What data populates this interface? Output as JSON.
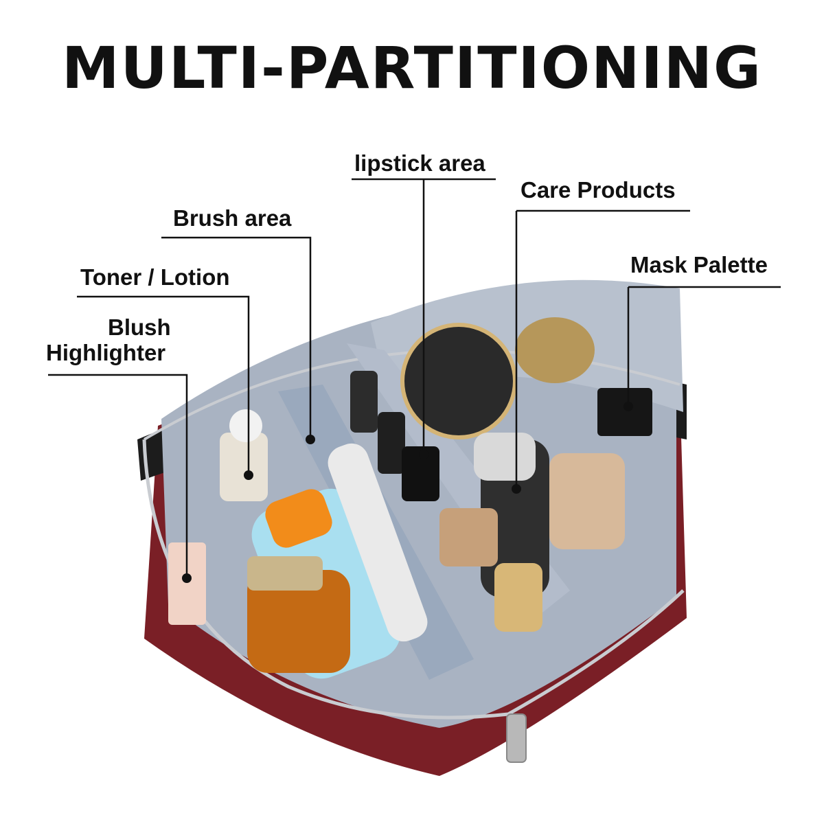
{
  "title": "MULTI-PARTITIONING",
  "callouts": [
    {
      "text": "lipstick area"
    },
    {
      "text": "Care Products"
    },
    {
      "text": "Brush area"
    },
    {
      "text": "Mask Palette"
    },
    {
      "text": "Toner / Lotion"
    },
    {
      "text": "Blush"
    },
    {
      "text": "Highlighter"
    }
  ],
  "colors": {
    "bag_outer": "#7a1f26",
    "bag_lining": "#a9b3c2",
    "zipper": "#c9ccd1",
    "leader_line": "#111111"
  }
}
